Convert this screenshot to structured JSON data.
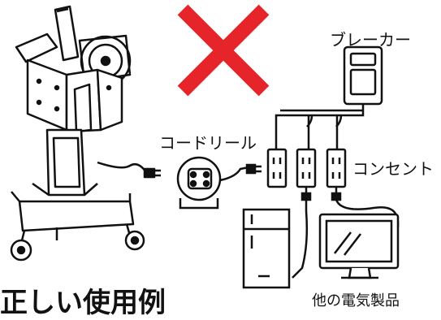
{
  "labels": {
    "breaker": "ブレーカー",
    "cord_reel": "コードリール",
    "outlet": "コンセント",
    "other_appliances": "他の電気製品",
    "title": "正しい使用例"
  },
  "colors": {
    "cross_mark": "#e6252a",
    "line_art": "#111111"
  },
  "icons": [
    "cross-mark-icon"
  ]
}
